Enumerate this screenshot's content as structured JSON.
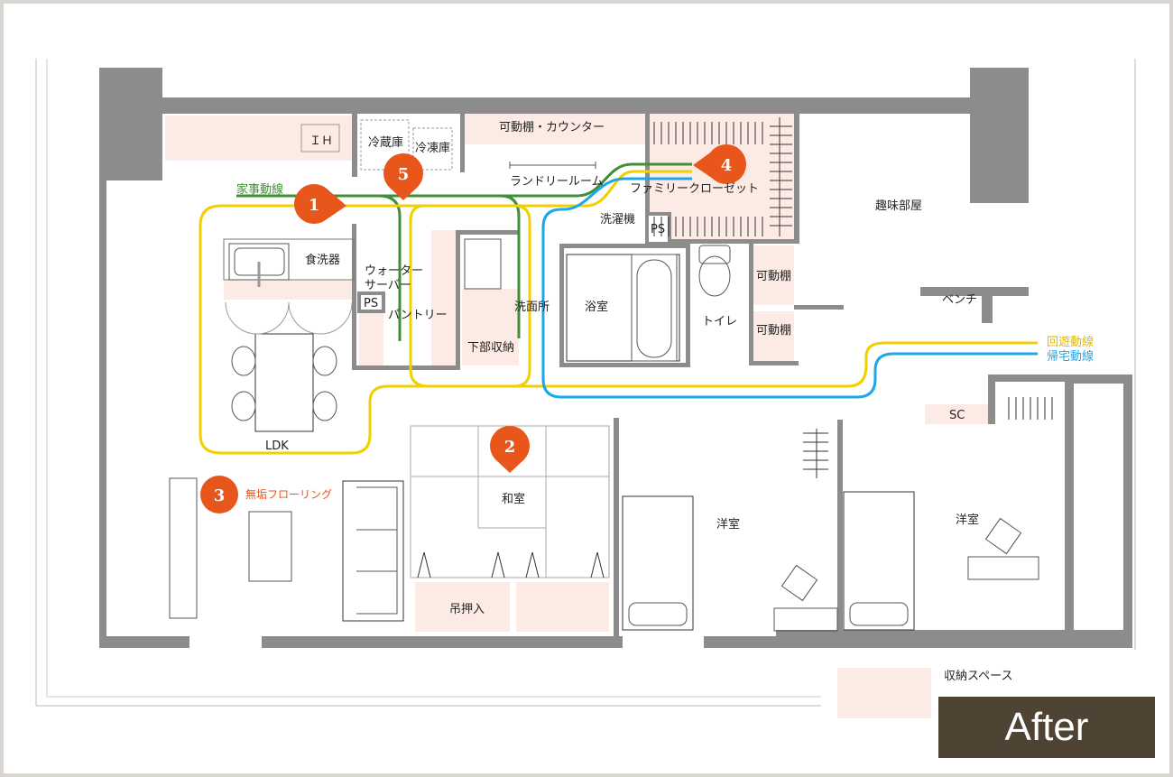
{
  "colors": {
    "wall": "#8c8c8c",
    "storage": "#fcebe4",
    "marker": "#e8561c",
    "route_yellow": "#f2d000",
    "route_green": "#3f8f34",
    "route_blue": "#1ea7e8",
    "after_bg": "#4f4334"
  },
  "rooms": {
    "ih": "ＩＨ",
    "fridge": "冷蔵庫",
    "freezer": "冷凍庫",
    "shelf_counter": "可動棚・カウンター",
    "laundry": "ランドリールーム",
    "family_closet": "ファミリークローゼット",
    "hobby": "趣味部屋",
    "washer": "洗濯機",
    "ps1": "PS",
    "ps2": "PS",
    "dishwasher": "食洗器",
    "water_server_1": "ウォーター",
    "water_server_2": "サーバー",
    "pantry": "パントリー",
    "washroom": "洗面所",
    "lower_storage": "下部収納",
    "bath": "浴室",
    "toilet": "トイレ",
    "shelf1": "可動棚",
    "shelf2": "可動棚",
    "bench": "ベンチ",
    "sc": "SC",
    "ldk": "LDK",
    "washitsu": "和室",
    "western1": "洋室",
    "western2": "洋室",
    "hanging_closet": "吊押入"
  },
  "routes": {
    "housework": "家事動線",
    "circulation": "回遊動線",
    "homecoming": "帰宅動線"
  },
  "annotations": {
    "flooring": "無垢フローリング"
  },
  "markers": [
    "1",
    "2",
    "3",
    "4",
    "5"
  ],
  "legend": {
    "storage": "収納スペース"
  },
  "badge": "After"
}
